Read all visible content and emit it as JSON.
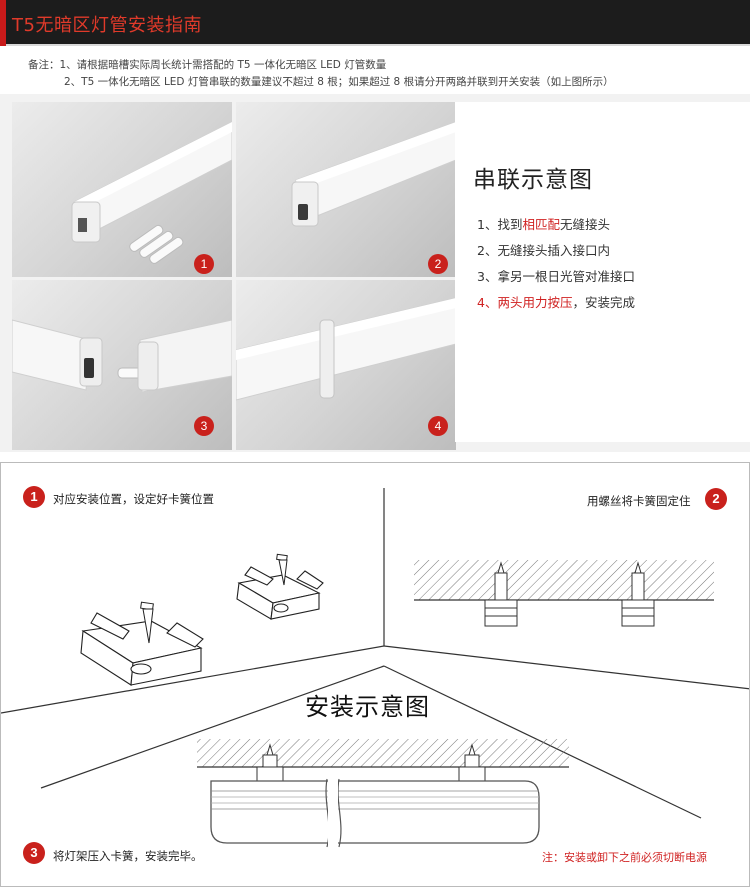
{
  "header": {
    "title": "T5无暗区灯管安装指南"
  },
  "notes": {
    "line1": "备注：1、请根据暗槽实际周长统计需搭配的 T5 一体化无暗区 LED 灯管数量",
    "line2": "2、T5 一体化无暗区 LED 灯管串联的数量建议不超过 8 根；如果超过 8 根请分开两路并联到开关安装（如上图所示）"
  },
  "photos": {
    "badges": [
      "1",
      "2",
      "3",
      "4"
    ]
  },
  "serial": {
    "title": "串联示意图",
    "step1": {
      "prefix": "1、找到",
      "highlight": "相匹配",
      "suffix": "无缝接头"
    },
    "step2": "2、无缝接头插入接口内",
    "step3": "3、拿另一根日光管对准接口",
    "step4": {
      "highlight": "4、两头用力按压",
      "suffix": "，安装完成"
    }
  },
  "install": {
    "title": "安装示意图",
    "step1": {
      "num": "1",
      "text": "对应安装位置，设定好卡簧位置"
    },
    "step2": {
      "num": "2",
      "text": "用螺丝将卡簧固定住"
    },
    "step3": {
      "num": "3",
      "text": "将灯架压入卡簧，安装完毕。"
    },
    "warning": "注：安装或卸下之前必须切断电源"
  },
  "colors": {
    "accent_red": "#c9211c",
    "title_red": "#e03a2a",
    "header_bg": "#1c1c1c"
  }
}
